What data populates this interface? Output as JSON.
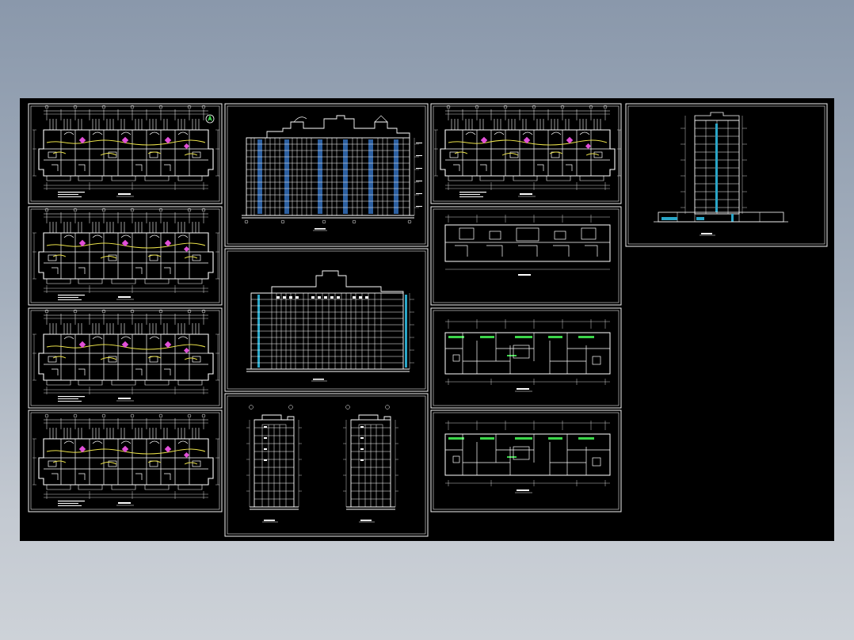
{
  "drawing": {
    "background_color": "#000000",
    "line_color": "#ffffff",
    "accent_colors": {
      "wall_highlight": "#e9e04a",
      "stair_marker": "#e14fd8",
      "green_strip": "#3bd64a",
      "glass_cyan": "#2aa6c8",
      "glass_blue": "#2c5fa0"
    }
  },
  "sheets": {
    "plans_left": [
      {
        "id": "plan-1",
        "has_north_arrow": true
      },
      {
        "id": "plan-2",
        "has_north_arrow": false
      },
      {
        "id": "plan-3",
        "has_north_arrow": false
      },
      {
        "id": "plan-4",
        "has_north_arrow": false
      }
    ],
    "elevations_middle": [
      {
        "id": "front-elevation"
      },
      {
        "id": "rear-elevation"
      },
      {
        "id": "side-elevations",
        "count": 2
      }
    ],
    "plans_right": [
      {
        "id": "plan-5"
      },
      {
        "id": "plan-6"
      },
      {
        "id": "plan-7"
      },
      {
        "id": "plan-8"
      }
    ],
    "section": {
      "id": "building-section"
    }
  }
}
